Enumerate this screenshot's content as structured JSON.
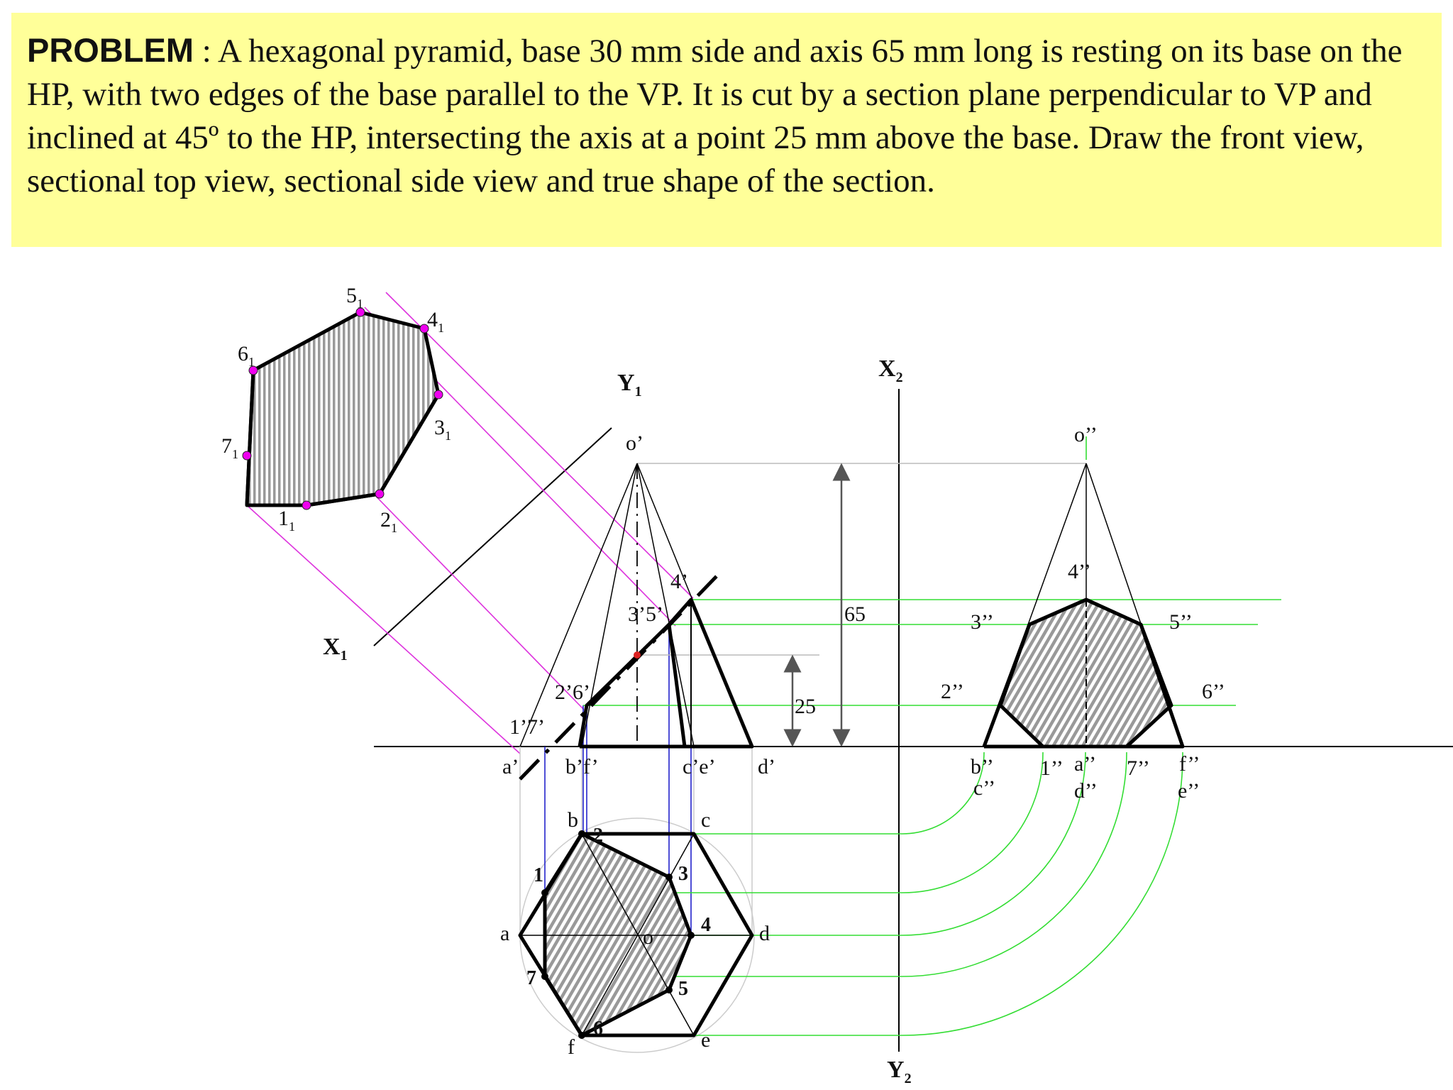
{
  "problem": {
    "label": "PROBLEM",
    "separator": " : ",
    "text": "A hexagonal pyramid, base 30 mm side and axis 65 mm long is resting on its base on the HP, with two edges of the base parallel to the VP. It is cut by a section plane perpendicular to VP and inclined at 45º to the HP, intersecting the axis at a point 25 mm above the base. Draw the front view, sectional top view, sectional side view and true shape of the section."
  },
  "colors": {
    "background": "#ffffff",
    "problem_box": "#ffff99",
    "outline": "#000000",
    "projector_green": "#33dd33",
    "projector_magenta": "#dd33dd",
    "projector_blue": "#2222cc",
    "hatch": "#999999",
    "point_marker": "#ee00ee"
  },
  "labels": {
    "x1": "X",
    "x1_sub": "1",
    "y1": "Y",
    "y1_sub": "1",
    "x2": "X",
    "x2_sub": "2",
    "y2": "Y",
    "y2_sub": "2",
    "front": {
      "o": "o’",
      "a": "a’",
      "bf": "b’f’",
      "ce": "c’e’",
      "d": "d’",
      "p17": "1’7’",
      "p26": "2’6’",
      "p35": "3’5’",
      "p4": "4’"
    },
    "dims": {
      "height": "65",
      "section": "25"
    },
    "top": {
      "a": "a",
      "b": "b",
      "c": "c",
      "d": "d",
      "e": "e",
      "f": "f",
      "o": "o",
      "p1": "1",
      "p2": "2",
      "p3": "3",
      "p4": "4",
      "p5": "5",
      "p6": "6",
      "p7": "7"
    },
    "side": {
      "o": "o’’",
      "bc_top": "b’’",
      "bc_bottom": "c’’",
      "p1": "1’’",
      "ad_top": "a’’",
      "ad_bottom": "d’’",
      "p7": "7’’",
      "fe_top": "f’’",
      "fe_bottom": "e’’",
      "p2": "2’’",
      "p3": "3’’",
      "p4": "4’’",
      "p5": "5’’",
      "p6": "6’’"
    },
    "true_shape": {
      "p1": "1",
      "p1_sub": "1",
      "p2": "2",
      "p2_sub": "1",
      "p3": "3",
      "p3_sub": "1",
      "p4": "4",
      "p4_sub": "1",
      "p5": "5",
      "p5_sub": "1",
      "p6": "6",
      "p6_sub": "1",
      "p7": "7",
      "p7_sub": "1"
    }
  }
}
